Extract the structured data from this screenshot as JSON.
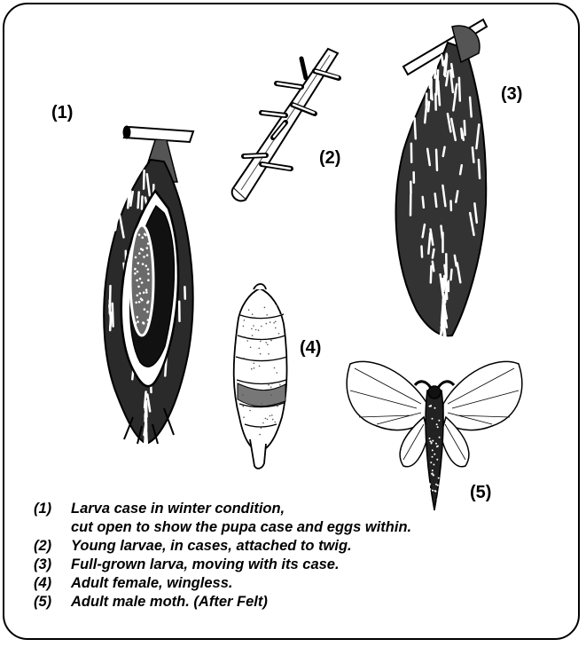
{
  "figure_labels": {
    "fig1": "(1)",
    "fig2": "(2)",
    "fig3": "(3)",
    "fig4": "(4)",
    "fig5": "(5)"
  },
  "captions": [
    {
      "num": "(1)",
      "text": "Larva case in winter condition,",
      "cont": "cut open to show the pupa case and eggs within."
    },
    {
      "num": "(2)",
      "text": "Young larvae, in cases, attached to twig."
    },
    {
      "num": "(3)",
      "text": "Full-grown larva, moving with its case."
    },
    {
      "num": "(4)",
      "text": "Adult female, wingless."
    },
    {
      "num": "(5)",
      "text": "Adult male moth. (After Felt)"
    }
  ],
  "colors": {
    "ink": "#000000",
    "paper": "#ffffff"
  }
}
